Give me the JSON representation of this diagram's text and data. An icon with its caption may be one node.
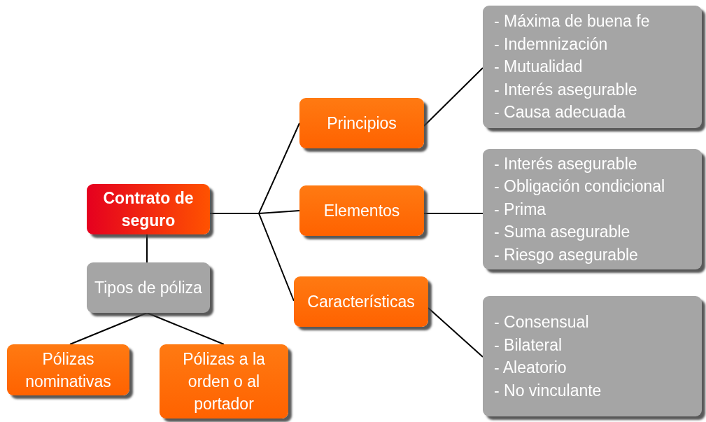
{
  "diagram": {
    "nodes": [
      {
        "text": [
          "Contrato de seguro"
        ]
      },
      {
        "text": [
          "Principios"
        ]
      },
      {
        "text": [
          "Elementos"
        ]
      },
      {
        "text": [
          "Características"
        ]
      },
      {
        "text": [
          "- Máxima de buena fe",
          "- Indemnización",
          "- Mutualidad",
          "- Interés asegurable",
          "- Causa adecuada"
        ]
      },
      {
        "text": [
          "- Interés asegurable",
          "- Obligación condicional",
          "- Prima",
          "- Suma asegurable",
          "- Riesgo asegurable"
        ]
      },
      {
        "text": [
          "- Consensual",
          "- Bilateral",
          "- Aleatorio",
          "- No vinculante"
        ]
      },
      {
        "text": [
          "Tipos de póliza"
        ]
      },
      {
        "text": [
          "Pólizas nominativas"
        ]
      },
      {
        "text": [
          "Pólizas a la orden o al portador"
        ]
      }
    ],
    "edges": [
      {
        "from": 0,
        "to": 1,
        "arrow": "none"
      },
      {
        "from": 0,
        "to": 2,
        "arrow": "none"
      },
      {
        "from": 0,
        "to": 3,
        "arrow": "none"
      },
      {
        "from": 1,
        "to": 4,
        "arrow": "none"
      },
      {
        "from": 2,
        "to": 5,
        "arrow": "none"
      },
      {
        "from": 3,
        "to": 6,
        "arrow": "none"
      },
      {
        "from": 0,
        "to": 7,
        "arrow": "none"
      },
      {
        "from": 7,
        "to": 8,
        "arrow": "none"
      },
      {
        "from": 7,
        "to": 9,
        "arrow": "none"
      }
    ]
  }
}
